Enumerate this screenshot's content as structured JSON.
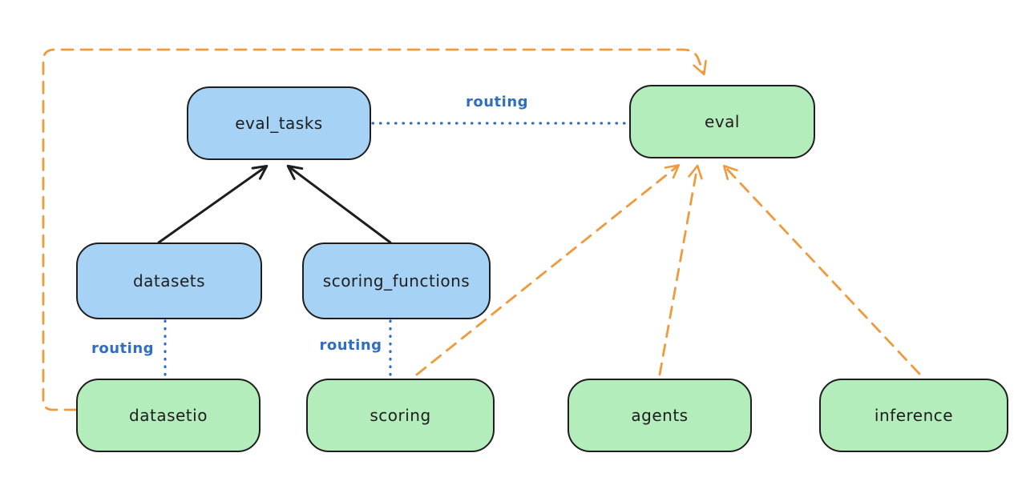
{
  "diagram": {
    "nodes": [
      {
        "id": "eval_tasks",
        "label": "eval_tasks",
        "kind": "resource"
      },
      {
        "id": "eval",
        "label": "eval",
        "kind": "api"
      },
      {
        "id": "datasets",
        "label": "datasets",
        "kind": "resource"
      },
      {
        "id": "scoring_functions",
        "label": "scoring_functions",
        "kind": "resource"
      },
      {
        "id": "datasetio",
        "label": "datasetio",
        "kind": "api"
      },
      {
        "id": "scoring",
        "label": "scoring",
        "kind": "api"
      },
      {
        "id": "agents",
        "label": "agents",
        "kind": "api"
      },
      {
        "id": "inference",
        "label": "inference",
        "kind": "api"
      }
    ],
    "edge_labels": [
      {
        "id": "routing-top",
        "text": "routing"
      },
      {
        "id": "routing-left",
        "text": "routing"
      },
      {
        "id": "routing-mid",
        "text": "routing"
      }
    ],
    "edges": [
      {
        "from": "datasets",
        "to": "eval_tasks",
        "style": "solid-arrow",
        "color": "black"
      },
      {
        "from": "scoring_functions",
        "to": "eval_tasks",
        "style": "solid-arrow",
        "color": "black"
      },
      {
        "from": "eval_tasks",
        "to": "eval",
        "style": "dotted",
        "color": "blue",
        "label": "routing"
      },
      {
        "from": "datasets",
        "to": "datasetio",
        "style": "dotted",
        "color": "blue",
        "label": "routing"
      },
      {
        "from": "scoring_functions",
        "to": "scoring",
        "style": "dotted",
        "color": "blue",
        "label": "routing"
      },
      {
        "from": "datasetio",
        "to": "eval",
        "style": "dashed-arrow",
        "color": "orange"
      },
      {
        "from": "scoring",
        "to": "eval",
        "style": "dashed-arrow",
        "color": "orange"
      },
      {
        "from": "agents",
        "to": "eval",
        "style": "dashed-arrow",
        "color": "orange"
      },
      {
        "from": "inference",
        "to": "eval",
        "style": "dashed-arrow",
        "color": "orange"
      }
    ],
    "colors": {
      "bg": "#ffffff",
      "stroke": "#1e1e1e",
      "blue_fill": "#a6d3f5",
      "green_fill": "#b4edbc",
      "routing_blue": "#2f6ec2",
      "orange": "#ef9b3d"
    }
  }
}
